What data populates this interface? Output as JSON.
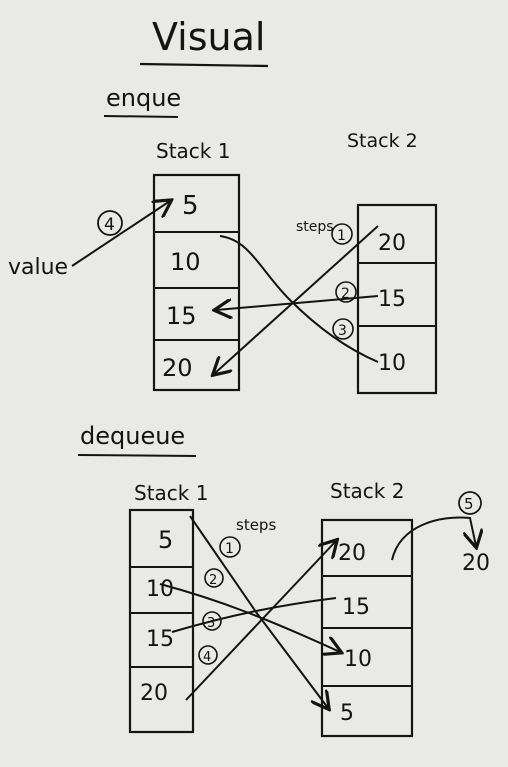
{
  "title": "Visual",
  "enqueue": {
    "heading": "enque",
    "stack1_label": "Stack 1",
    "stack2_label": "Stack 2",
    "stack1_cells": [
      "5",
      "10",
      "15",
      "20"
    ],
    "stack2_cells": [
      "20",
      "15",
      "10"
    ],
    "value_label": "value",
    "value_step": "4",
    "steps_label": "steps",
    "steps": [
      "1",
      "2",
      "3"
    ]
  },
  "dequeue": {
    "heading": "dequeue",
    "stack1_label": "Stack 1",
    "stack2_label": "Stack 2",
    "stack1_cells": [
      "5",
      "10",
      "15",
      "20"
    ],
    "stack2_cells": [
      "20",
      "15",
      "10",
      "5"
    ],
    "steps_label": "steps",
    "steps": [
      "1",
      "2",
      "3",
      "4"
    ],
    "out_step": "5",
    "out_value": "20"
  }
}
